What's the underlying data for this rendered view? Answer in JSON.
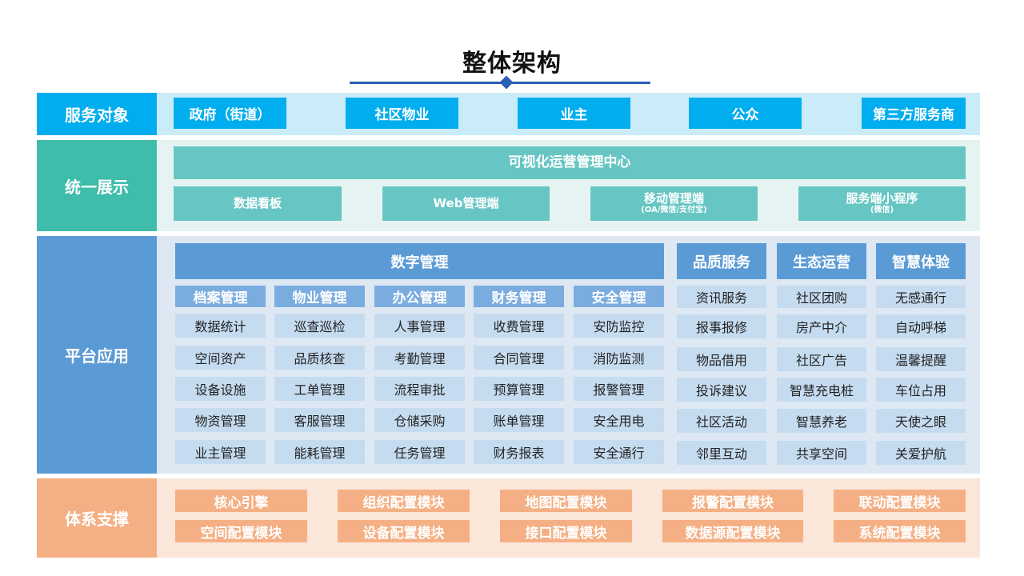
{
  "title": "整体架构",
  "colors": {
    "accent_blue": "#2a5fb5",
    "service_label": "#00adee",
    "display_label": "#3fbcaa",
    "platform_label": "#5b9bd5",
    "system_label": "#f4b084"
  },
  "sections": {
    "service": {
      "label": "服务对象",
      "items": [
        "政府（街道）",
        "社区物业",
        "业主",
        "公众",
        "第三方服务商"
      ]
    },
    "display": {
      "label": "统一展示",
      "center": "可视化运营管理中心",
      "items": [
        {
          "name": "数据看板",
          "sub": ""
        },
        {
          "name": "Web管理端",
          "sub": ""
        },
        {
          "name": "移动管理端",
          "sub": "(OA/微信/支付宝)"
        },
        {
          "name": "服务端小程序",
          "sub": "(微信)"
        }
      ]
    },
    "platform": {
      "label": "平台应用",
      "digital_header": "数字管理",
      "digital_columns": [
        {
          "header": "档案管理",
          "items": [
            "数据统计",
            "空间资产",
            "设备设施",
            "物资管理",
            "业主管理"
          ]
        },
        {
          "header": "物业管理",
          "items": [
            "巡查巡检",
            "品质核查",
            "工单管理",
            "客服管理",
            "能耗管理"
          ]
        },
        {
          "header": "办公管理",
          "items": [
            "人事管理",
            "考勤管理",
            "流程审批",
            "仓储采购",
            "任务管理"
          ]
        },
        {
          "header": "财务管理",
          "items": [
            "收费管理",
            "合同管理",
            "预算管理",
            "账单管理",
            "财务报表"
          ]
        },
        {
          "header": "安全管理",
          "items": [
            "安防监控",
            "消防监测",
            "报警管理",
            "安全用电",
            "安全通行"
          ]
        }
      ],
      "other_columns": [
        {
          "header": "品质服务",
          "items": [
            "资讯服务",
            "报事报修",
            "物品借用",
            "投诉建议",
            "社区活动",
            "邻里互动"
          ]
        },
        {
          "header": "生态运营",
          "items": [
            "社区团购",
            "房产中介",
            "社区广告",
            "智慧充电桩",
            "智慧养老",
            "共享空间"
          ]
        },
        {
          "header": "智慧体验",
          "items": [
            "无感通行",
            "自动呼梯",
            "温馨提醒",
            "车位占用",
            "天使之眼",
            "关爱护航"
          ]
        }
      ]
    },
    "system": {
      "label": "体系支撑",
      "items": [
        "核心引擎",
        "组织配置模块",
        "地图配置模块",
        "报警配置模块",
        "联动配置模块",
        "空间配置模块",
        "设备配置模块",
        "接口配置模块",
        "数据源配置模块",
        "系统配置模块"
      ]
    }
  }
}
